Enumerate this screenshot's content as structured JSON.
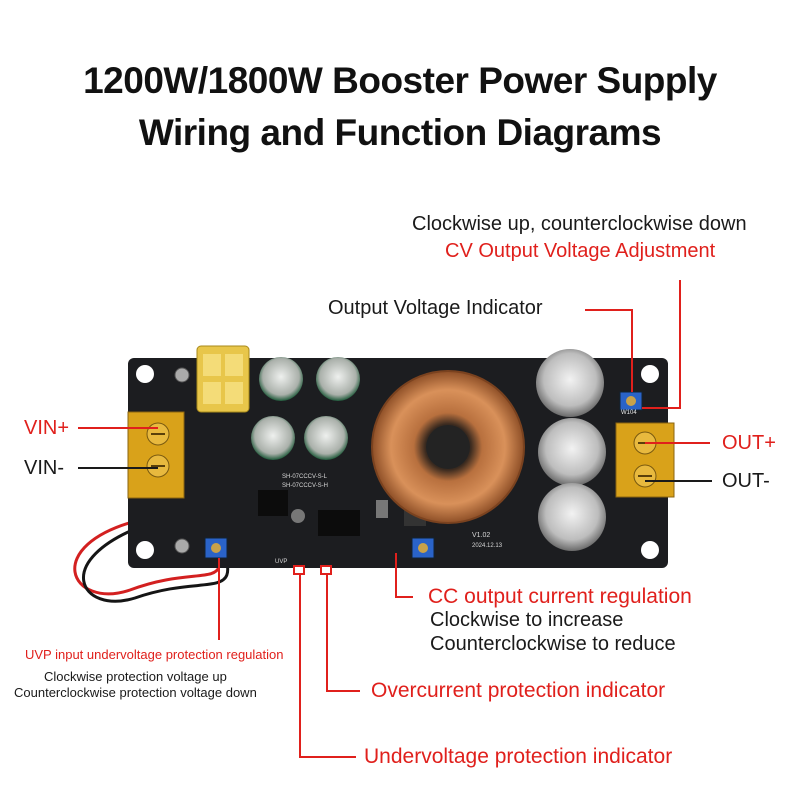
{
  "title": {
    "line1": "1200W/1800W Booster Power Supply",
    "line2": "Wiring and Function Diagrams"
  },
  "labels": {
    "cv_hint": "Clockwise up, counterclockwise down",
    "cv_title": "CV Output Voltage Adjustment",
    "out_indicator": "Output Voltage Indicator",
    "vin_plus": "VIN+",
    "vin_minus": "VIN-",
    "out_plus": "OUT+",
    "out_minus": "OUT-",
    "cc_title": "CC output current regulation",
    "cc_line1": "Clockwise to increase",
    "cc_line2": "Counterclockwise to reduce",
    "uvp_title": "UVP input undervoltage protection regulation",
    "uvp_line1": "Clockwise protection voltage up",
    "uvp_line2": "Counterclockwise protection voltage down",
    "oc_indicator": "Overcurrent protection indicator",
    "uv_indicator": "Undervoltage protection indicator"
  },
  "board_text": {
    "silk1": "SH-07CCCV-S-L",
    "silk2": "SH-07CCCV-S-H",
    "version": "V1.02",
    "date": "2024.12.13",
    "uvp": "UVP",
    "pot_code": "W104"
  },
  "colors": {
    "red": "#e0201c",
    "pcb": "#1c1d20",
    "copper": "#c9824e",
    "terminal": "#d9a21a"
  }
}
